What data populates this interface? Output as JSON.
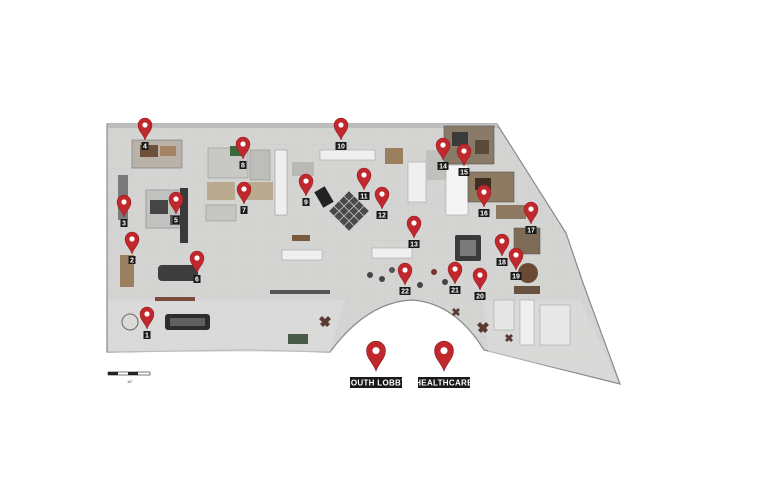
{
  "map": {
    "pin_color": "#c0282d",
    "label_bg": "#1a1a1a",
    "floor_color": "#d3d3d2",
    "pins": [
      {
        "id": "1",
        "label": "1"
      },
      {
        "id": "2",
        "label": "2"
      },
      {
        "id": "3",
        "label": "3"
      },
      {
        "id": "4",
        "label": "4"
      },
      {
        "id": "5",
        "label": "5"
      },
      {
        "id": "6",
        "label": "6"
      },
      {
        "id": "7",
        "label": "7"
      },
      {
        "id": "8",
        "label": "8"
      },
      {
        "id": "9",
        "label": "9"
      },
      {
        "id": "10",
        "label": "10"
      },
      {
        "id": "11",
        "label": "11"
      },
      {
        "id": "12",
        "label": "12"
      },
      {
        "id": "13",
        "label": "13"
      },
      {
        "id": "14",
        "label": "14"
      },
      {
        "id": "15",
        "label": "15"
      },
      {
        "id": "16",
        "label": "16"
      },
      {
        "id": "17",
        "label": "17"
      },
      {
        "id": "18",
        "label": "18"
      },
      {
        "id": "19",
        "label": "19"
      },
      {
        "id": "20",
        "label": "20"
      },
      {
        "id": "21",
        "label": "21"
      },
      {
        "id": "22",
        "label": "22"
      }
    ],
    "entrances": [
      {
        "id": "south-lobby",
        "label": "SOUTH LOBBY"
      },
      {
        "id": "healthcare",
        "label": "HEALTHCARE"
      }
    ],
    "scale_label": "10'"
  }
}
